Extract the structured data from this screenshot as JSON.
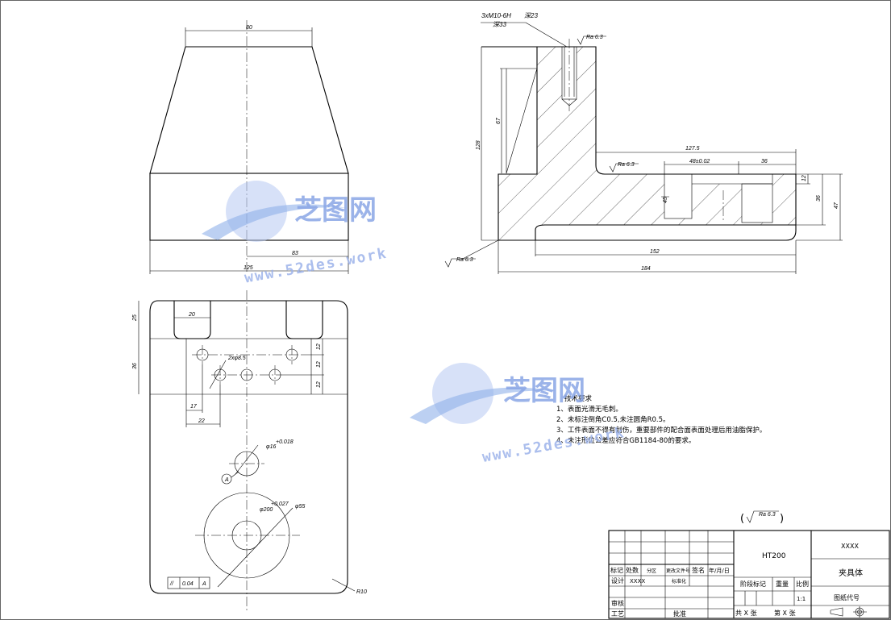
{
  "watermark": {
    "brand": "芝图网",
    "url": "www.52des.work"
  },
  "top_view": {
    "dim_top": "80",
    "dim_bottom_width": "125",
    "dim_inner": "83"
  },
  "plan_view": {
    "dim_25": "25",
    "dim_20": "20",
    "dim_36": "36",
    "dim_hole": "2xφ8.5",
    "dim_12a": "12",
    "dim_12b": "12",
    "dim_12c": "12",
    "dim_17": "17",
    "dim_22": "22",
    "bore_small": "φ16",
    "bore_small_tol": "+0.018",
    "bore_tol2": "+0.027",
    "bore_big": "φ55",
    "bore_mid": "φ200",
    "datum": "A",
    "parallel_symbol": "//",
    "parallel_value": "0.04",
    "parallel_datum": "A",
    "corner_radius": "R10"
  },
  "section_view": {
    "thread_callout": "3xM10-6H",
    "thread_callout_suffix": "深23",
    "drill_depth": "深33",
    "ra_top": "Ra 6.3",
    "ra_mid": "Ra 6.3",
    "ra_bottom": "Ra 6.3",
    "dim_67": "67",
    "dim_128": "128",
    "dim_1275": "127.5",
    "dim_48": "48±0.02",
    "dim_36": "36",
    "dim_12": "12",
    "dim_36v": "36",
    "dim_47": "47",
    "dim_152": "152",
    "dim_184": "184",
    "dim_small": "45"
  },
  "notes": {
    "title": "技术要求",
    "items": [
      "1、表面光滑无毛刺。",
      "2、未标注倒角C0.5,未注圆角R0.5。",
      "3、工件表面不得有划伤，重要部件的配合面表面处理后用油脂保护。",
      "4、未注形位公差应符合GB1184-80的要求。"
    ]
  },
  "general_roughness": "Ra 6.3",
  "title_block": {
    "material": "HT200",
    "company": "XXXX",
    "part_name": "夹具体",
    "drawing_no": "图纸代号",
    "row_mark": "标记",
    "row_place": "处数",
    "row_zone": "分区",
    "row_doc": "更改文件号",
    "row_sign": "签名",
    "row_date": "年/月/日",
    "designer_label": "设计",
    "designer_value": "XXXX",
    "standard_label": "标准化",
    "review_label": "审核",
    "process_label": "工艺",
    "approve_label": "批准",
    "stage_label": "阶段标记",
    "weight_label": "重量",
    "scale_label": "比例",
    "scale_value": "1:1",
    "sheet_total": "共  X  张",
    "sheet_no": "第  X  张"
  }
}
